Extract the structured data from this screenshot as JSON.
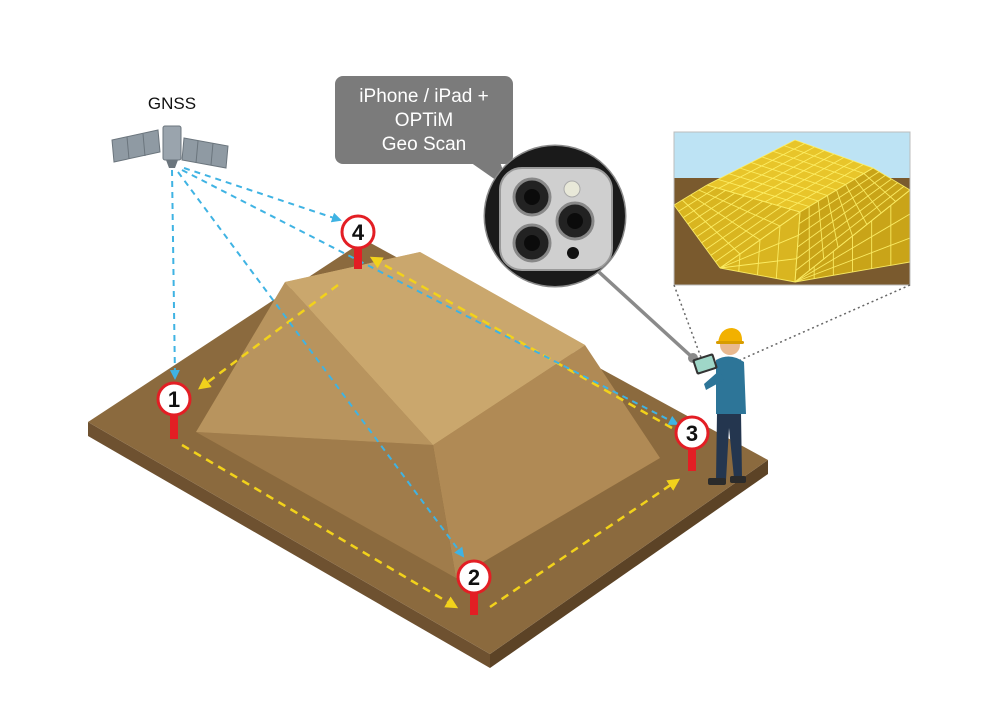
{
  "gnss": {
    "label": "GNSS"
  },
  "callout": {
    "lines": [
      "iPhone / iPad +",
      "OPTiM",
      "Geo Scan"
    ]
  },
  "markers": [
    {
      "id": "1"
    },
    {
      "id": "2"
    },
    {
      "id": "3"
    },
    {
      "id": "4"
    }
  ],
  "colors": {
    "ground_top": "#8b6a3e",
    "ground_side": "#6e5130",
    "mound_top": "#c8a46a",
    "gnss_ray": "#3fb3e3",
    "walk_path": "#f2d21b",
    "marker_pole": "#e31e24",
    "callout_bg": "#7b7b7b"
  },
  "icons": [
    "satellite-icon",
    "phone-camera-icon",
    "surveyor-icon",
    "tablet-icon",
    "mesh-model-icon"
  ]
}
